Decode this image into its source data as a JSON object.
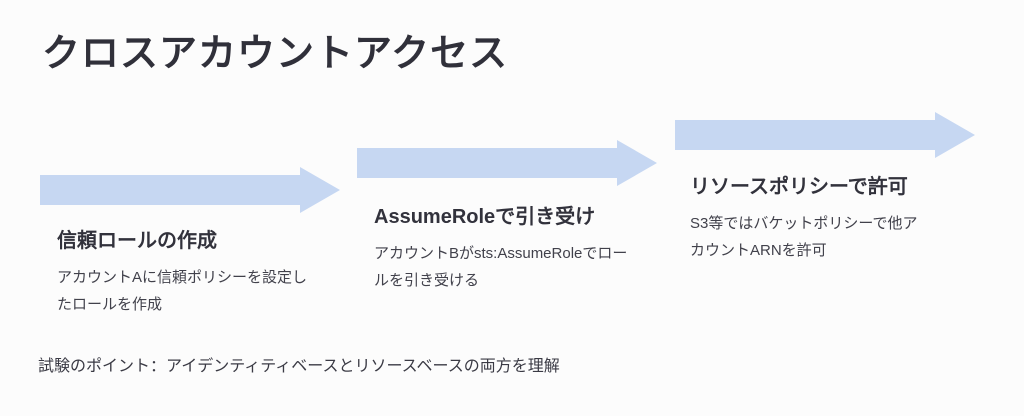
{
  "title": "クロスアカウントアクセス",
  "steps": [
    {
      "heading": "信頼ロールの作成",
      "body": "アカウントAに信頼ポリシーを設定したロールを作成"
    },
    {
      "heading": "AssumeRoleで引き受け",
      "body": "アカウントBがsts:AssumeRoleでロールを引き受ける"
    },
    {
      "heading": "リソースポリシーで許可",
      "body": "S3等ではバケットポリシーで他アカウントARNを許可"
    }
  ],
  "footer": "試験のポイント：アイデンティティベースとリソースベースの両方を理解",
  "colors": {
    "arrow": "#c6d7f2",
    "background": "#fcfcfc"
  }
}
